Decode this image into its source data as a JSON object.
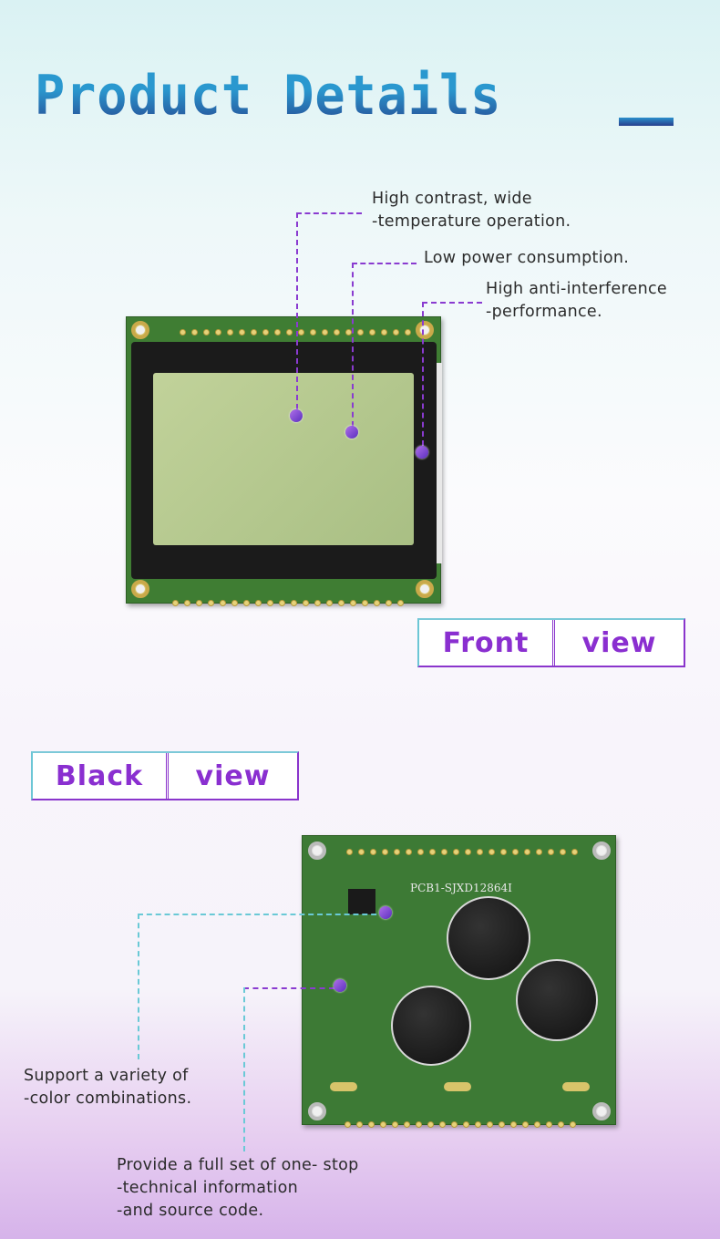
{
  "header": {
    "title": "Product Details"
  },
  "callouts": [
    {
      "lines": [
        "High contrast, wide",
        "-temperature operation."
      ]
    },
    {
      "lines": [
        "Low power consumption."
      ]
    },
    {
      "lines": [
        "High anti-interference",
        "-performance."
      ]
    },
    {
      "lines": [
        "Support a variety of",
        "-color combinations."
      ]
    },
    {
      "lines": [
        "Provide a full set of one- stop",
        "-technical information",
        "-and source code."
      ]
    }
  ],
  "front_label": {
    "left": "Front",
    "right": "view"
  },
  "back_label": {
    "left": "Black",
    "right": "view"
  },
  "pcb_marking": "PCB1-SJXD12864I",
  "colors": {
    "accent": "#8a2fd0",
    "title_top": "#2a98cf",
    "title_bottom": "#27458f",
    "line_cyan": "#6ac9d6"
  }
}
